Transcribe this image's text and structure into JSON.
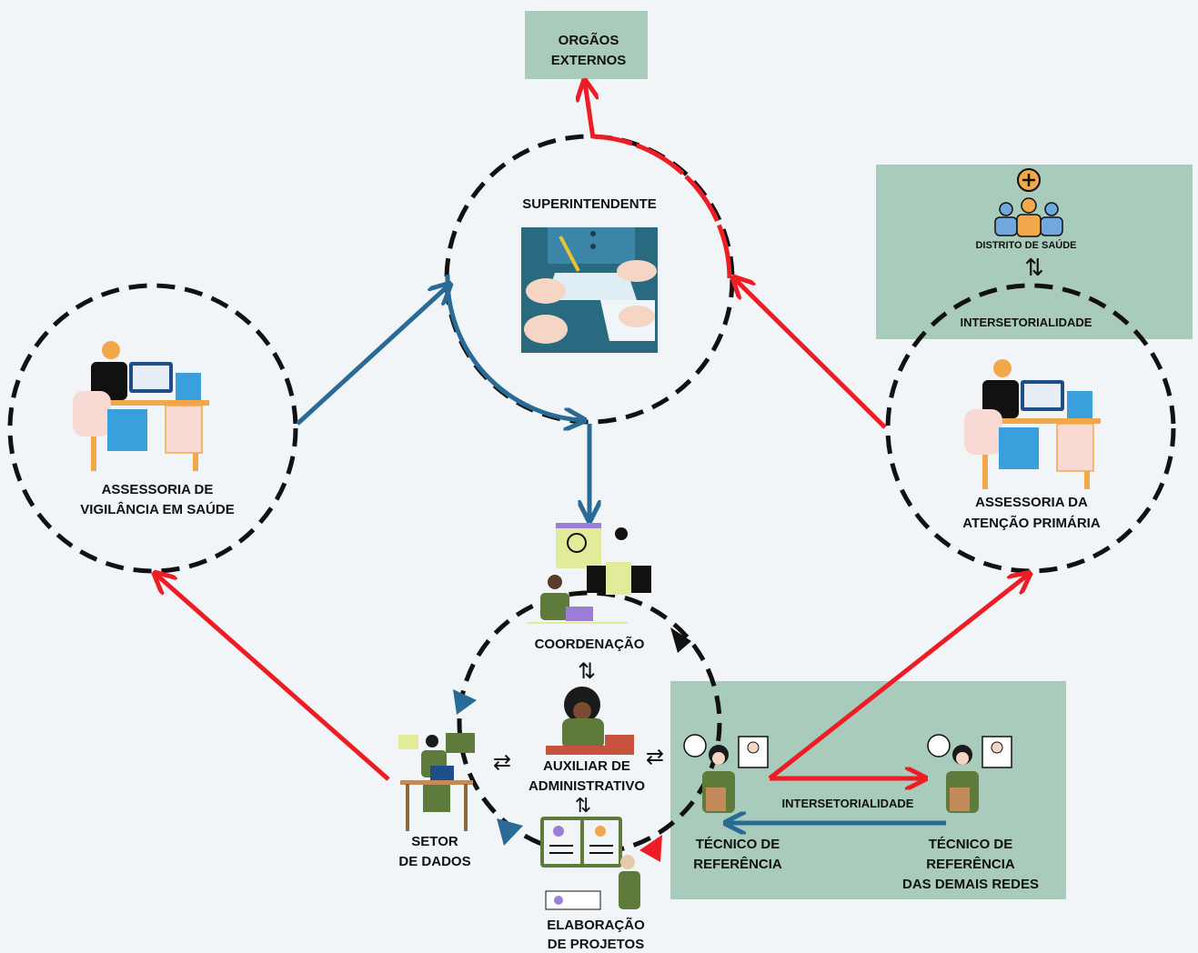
{
  "nodes": {
    "external_bodies": {
      "line1": "ORGÃOS",
      "line2": "EXTERNOS"
    },
    "superintendent": {
      "label": "SUPERINTENDENTE"
    },
    "health_surveillance": {
      "line1": "ASSESSORIA DE",
      "line2": "VIGILÂNCIA EM SAÚDE"
    },
    "primary_care": {
      "line1": "ASSESSORIA DA",
      "line2": "ATENÇÃO PRIMÁRIA"
    },
    "health_district": {
      "label": "DISTRITO DE SAÚDE",
      "intersectoral_label": "INTERSETORIALIDADE"
    },
    "coordination": {
      "label": "COORDENAÇÃO"
    },
    "admin_assistant": {
      "line1": "AUXILIAR DE",
      "line2": "ADMINISTRATIVO"
    },
    "data_sector": {
      "line1": "SETOR",
      "line2": "DE DADOS"
    },
    "project_development": {
      "line1": "ELABORAÇÃO",
      "line2": "DE PROJETOS"
    },
    "reference_technician": {
      "line1": "TÉCNICO DE",
      "line2": "REFERÊNCIA"
    },
    "other_networks_technician": {
      "line1": "TÉCNICO DE",
      "line2": "REFERÊNCIA",
      "line3": "DAS DEMAIS REDES"
    },
    "intersectoral_bottom": {
      "label": "INTERSETORIALIDADE"
    }
  },
  "symbols": {
    "updown": "⇅",
    "leftright": "⇄"
  },
  "colors": {
    "background": "#f1f5f8",
    "panel": "#a9cbbb",
    "blue_arrow": "#2a6a96",
    "red_arrow": "#ee1c24",
    "circle": "#111111"
  }
}
